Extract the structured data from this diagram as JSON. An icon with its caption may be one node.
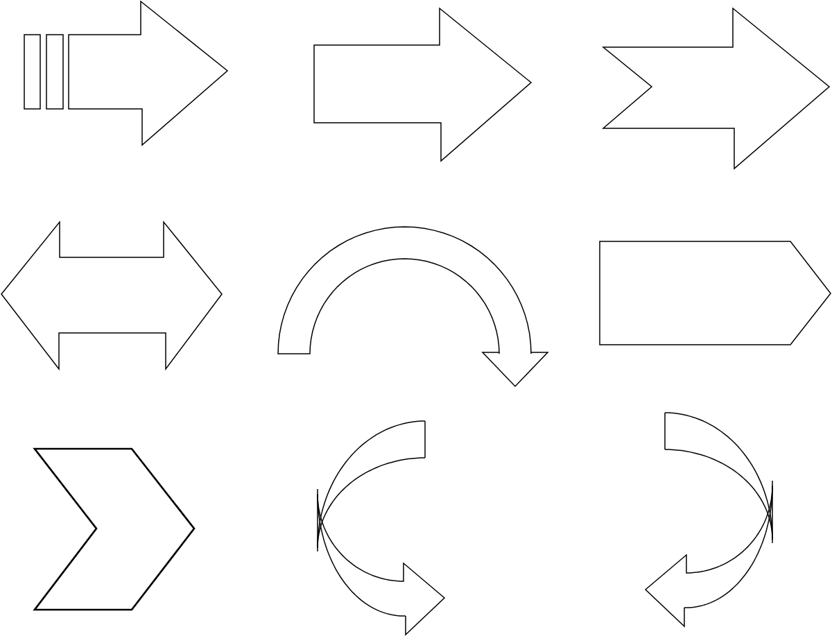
{
  "diagram": {
    "nodes": [
      {
        "text": [],
        "shape": "arrow"
      },
      {
        "text": [],
        "shape": "arrow"
      },
      {
        "text": [],
        "shape": "arrow"
      },
      {
        "text": [],
        "shape": "arrow"
      },
      {
        "text": [],
        "shape": "arrow"
      },
      {
        "text": [],
        "shape": "arrow"
      },
      {
        "text": [],
        "shape": "chevron"
      },
      {
        "text": [],
        "shape": "arrow"
      },
      {
        "text": [],
        "shape": "arrow"
      }
    ]
  }
}
